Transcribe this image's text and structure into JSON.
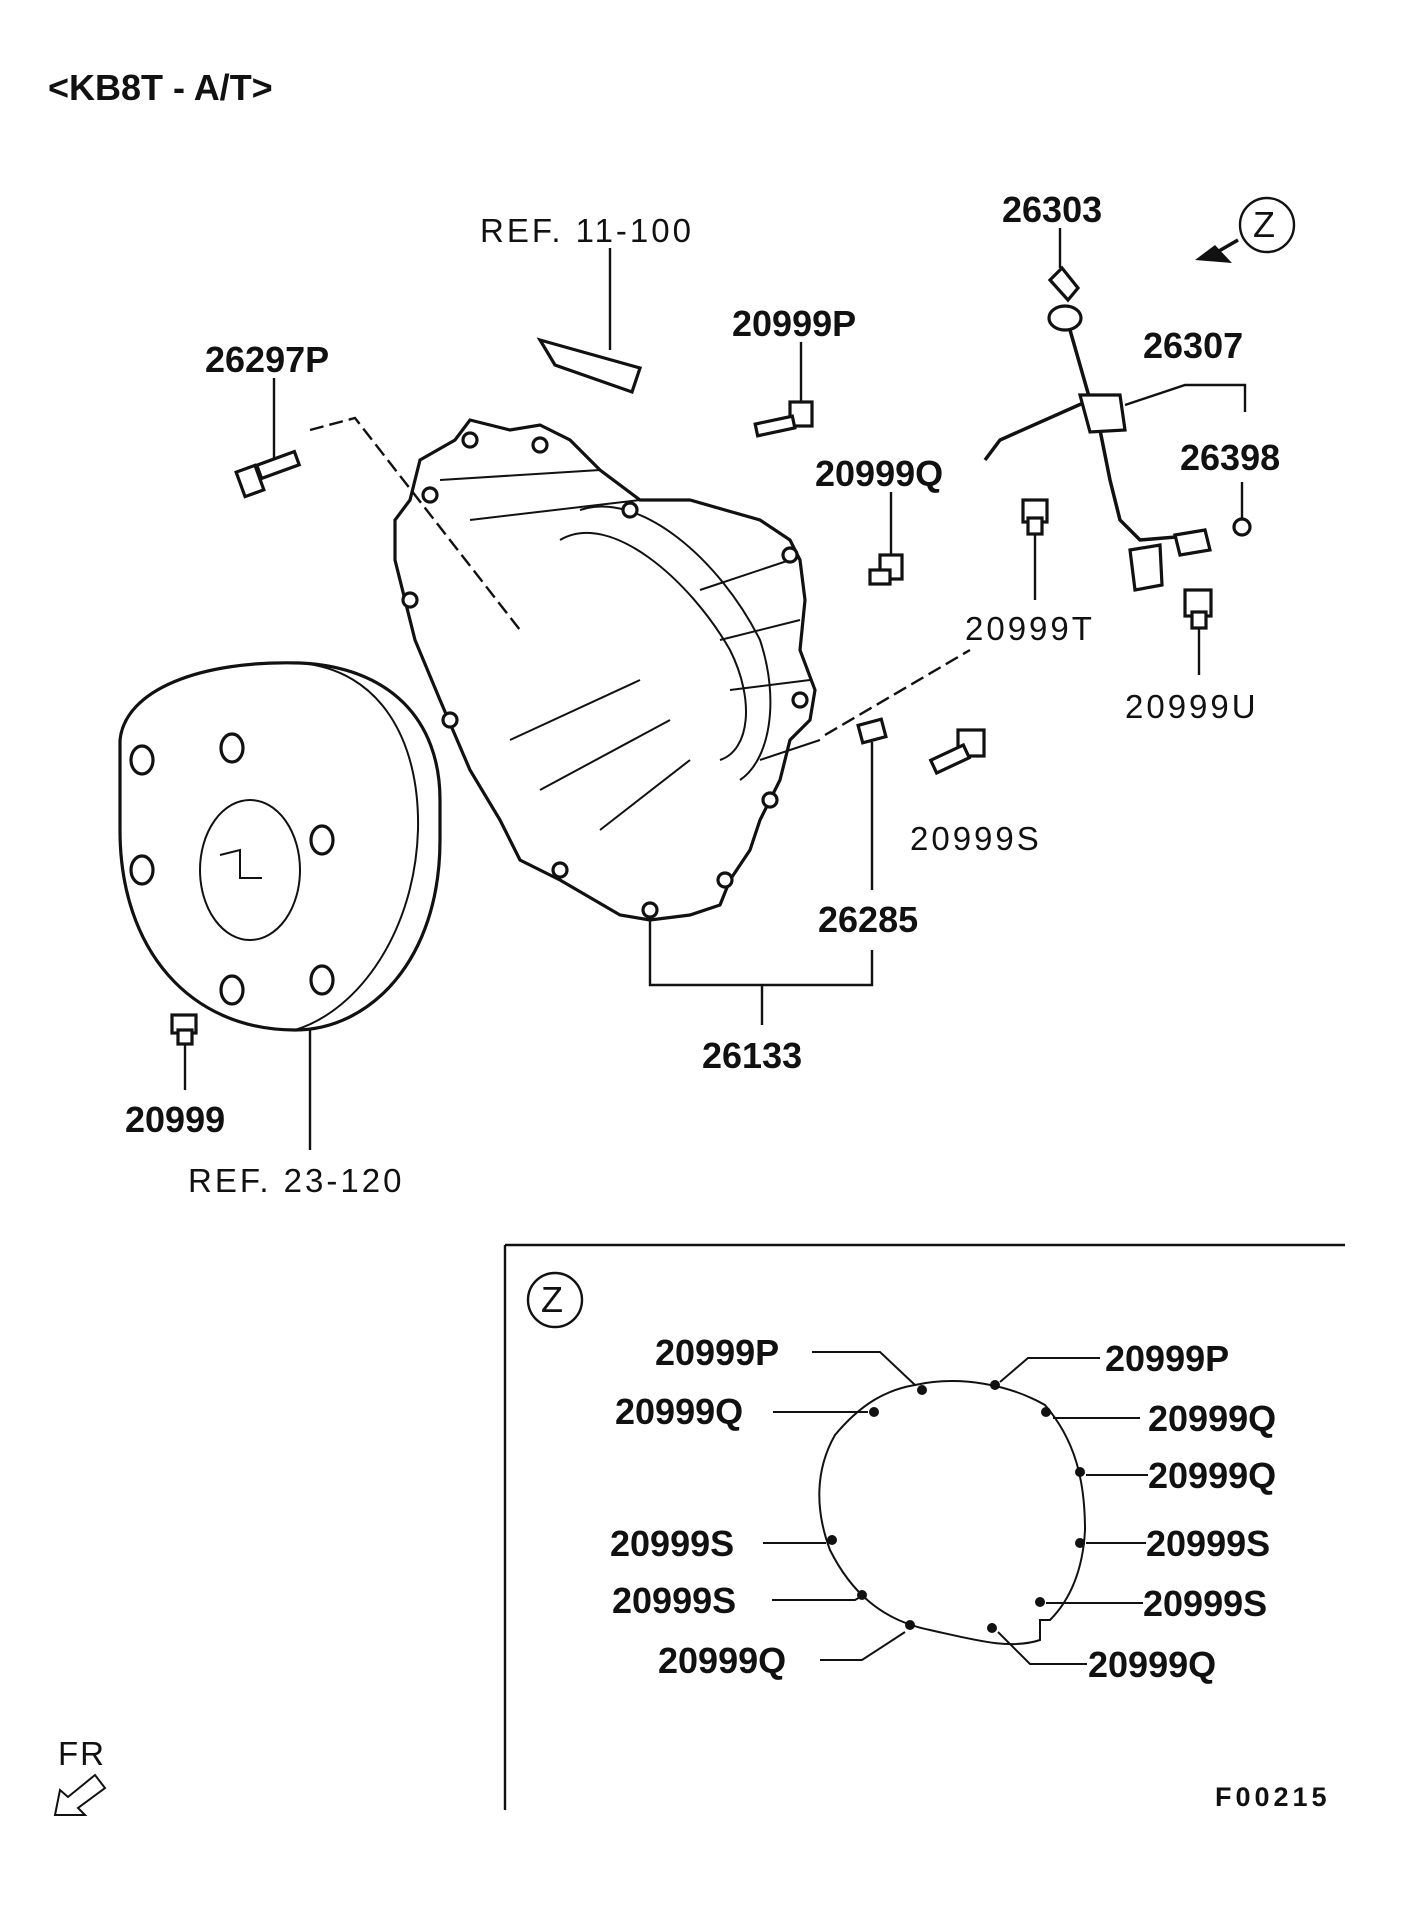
{
  "header": {
    "title": "<KB8T - A/T>"
  },
  "main_view": {
    "callouts": [
      {
        "id": "ref_11_100",
        "text": "REF. 11-100"
      },
      {
        "id": "p26297p",
        "text": "26297P"
      },
      {
        "id": "p20999p",
        "text": "20999P"
      },
      {
        "id": "p20999q",
        "text": "20999Q"
      },
      {
        "id": "p26303",
        "text": "26303"
      },
      {
        "id": "p26307",
        "text": "26307"
      },
      {
        "id": "p26398",
        "text": "26398"
      },
      {
        "id": "p20999t",
        "text": "20999T"
      },
      {
        "id": "p20999u",
        "text": "20999U"
      },
      {
        "id": "p20999s",
        "text": "20999S"
      },
      {
        "id": "p26285",
        "text": "26285"
      },
      {
        "id": "p26133",
        "text": "26133"
      },
      {
        "id": "p20999",
        "text": "20999"
      },
      {
        "id": "ref_23_120",
        "text": "REF. 23-120"
      }
    ],
    "view_marker": "Z"
  },
  "inset_view": {
    "marker": "Z",
    "labels_left": [
      {
        "text": "20999P"
      },
      {
        "text": "20999Q"
      },
      {
        "text": "20999S"
      },
      {
        "text": "20999S"
      },
      {
        "text": "20999Q"
      }
    ],
    "labels_right": [
      {
        "text": "20999P"
      },
      {
        "text": "20999Q"
      },
      {
        "text": "20999Q"
      },
      {
        "text": "20999S"
      },
      {
        "text": "20999S"
      },
      {
        "text": "20999Q"
      }
    ]
  },
  "footer": {
    "front_label": "FR",
    "figure_code": "F00215"
  }
}
